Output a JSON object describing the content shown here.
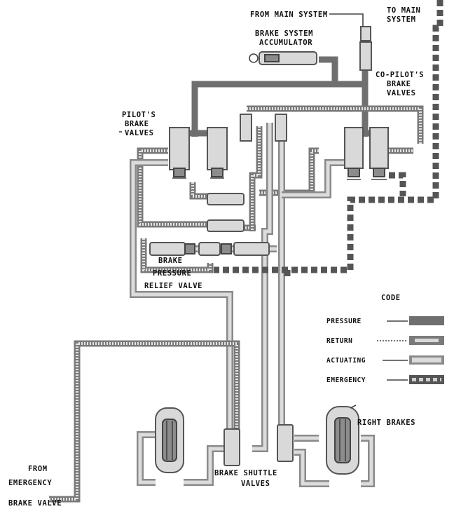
{
  "labels": {
    "from_main_system": "FROM MAIN SYSTEM",
    "to_main_system_1": "TO MAIN",
    "to_main_system_2": "SYSTEM",
    "accumulator_1": "BRAKE SYSTEM",
    "accumulator_2": "ACCUMULATOR",
    "pilots_valves_right_1": "CO-PILOT'S",
    "pilots_valves_right_2": "BRAKE",
    "pilots_valves_right_3": "VALVES",
    "pilots_valves_left_1": "PILOT'S",
    "pilots_valves_left_2": "BRAKE",
    "pilots_valves_left_3": "VALVES",
    "relief_valve_1": "BRAKE",
    "relief_valve_2": "PRESSURE",
    "relief_valve_3": "RELIEF VALVE",
    "right_brakes": "RIGHT BRAKES",
    "shuttle_valves_1": "BRAKE SHUTTLE",
    "shuttle_valves_2": "VALVES",
    "from_emergency_1": "FROM",
    "from_emergency_2": "EMERGENCY",
    "from_emergency_3": "BRAKE VALVE"
  },
  "legend": {
    "title": "CODE",
    "items": [
      {
        "label": "PRESSURE",
        "style": "pressure"
      },
      {
        "label": "RETURN",
        "style": "return"
      },
      {
        "label": "ACTUATING",
        "style": "actuating"
      },
      {
        "label": "EMERGENCY",
        "style": "emergency"
      }
    ]
  }
}
